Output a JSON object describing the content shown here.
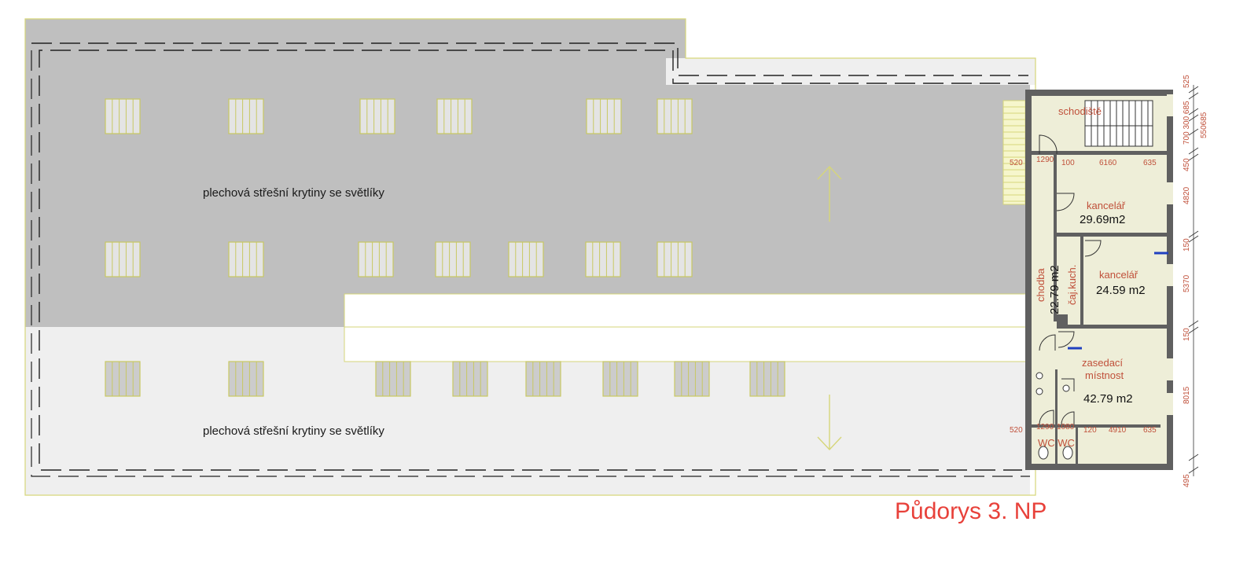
{
  "roof": {
    "upper_label": "plechová střešní krytiny se světlíky",
    "lower_label": "plechová střešní krytiny se světlíky"
  },
  "rooms": {
    "stair": {
      "name": "schodiště"
    },
    "office1": {
      "name": "kancelář",
      "area": "29.69m2"
    },
    "office2": {
      "name": "kancelář",
      "area": "24.59 m2"
    },
    "corridor": {
      "name": "chodba",
      "area": "22.79 m2"
    },
    "kitchen": {
      "name": "čaj.kuch."
    },
    "meeting": {
      "name_line1": "zasedací",
      "name_line2": "místnost",
      "area": "42.79 m2"
    },
    "wc": {
      "name": "WC WC"
    }
  },
  "dimensions": {
    "top_row": [
      "520",
      "1290",
      "100",
      "6160",
      "635"
    ],
    "bottom_row": [
      "520",
      "1290",
      "1080",
      "120",
      "4910",
      "635"
    ],
    "right_side": [
      "525",
      "700 300 685",
      "550685",
      "450",
      "4820",
      "150",
      "5370",
      "150",
      "8015",
      "495"
    ]
  },
  "title": "Půdorys 3. NP",
  "colors": {
    "roof_dark": "#bfbfbf",
    "roof_light": "#efefef",
    "building_fill": "#eeeed8",
    "outline_yellow": "#d6d67a",
    "wall": "#606060",
    "dimension_text": "#c0503a",
    "title": "#e8413a",
    "window_blue": "#2040c0"
  }
}
